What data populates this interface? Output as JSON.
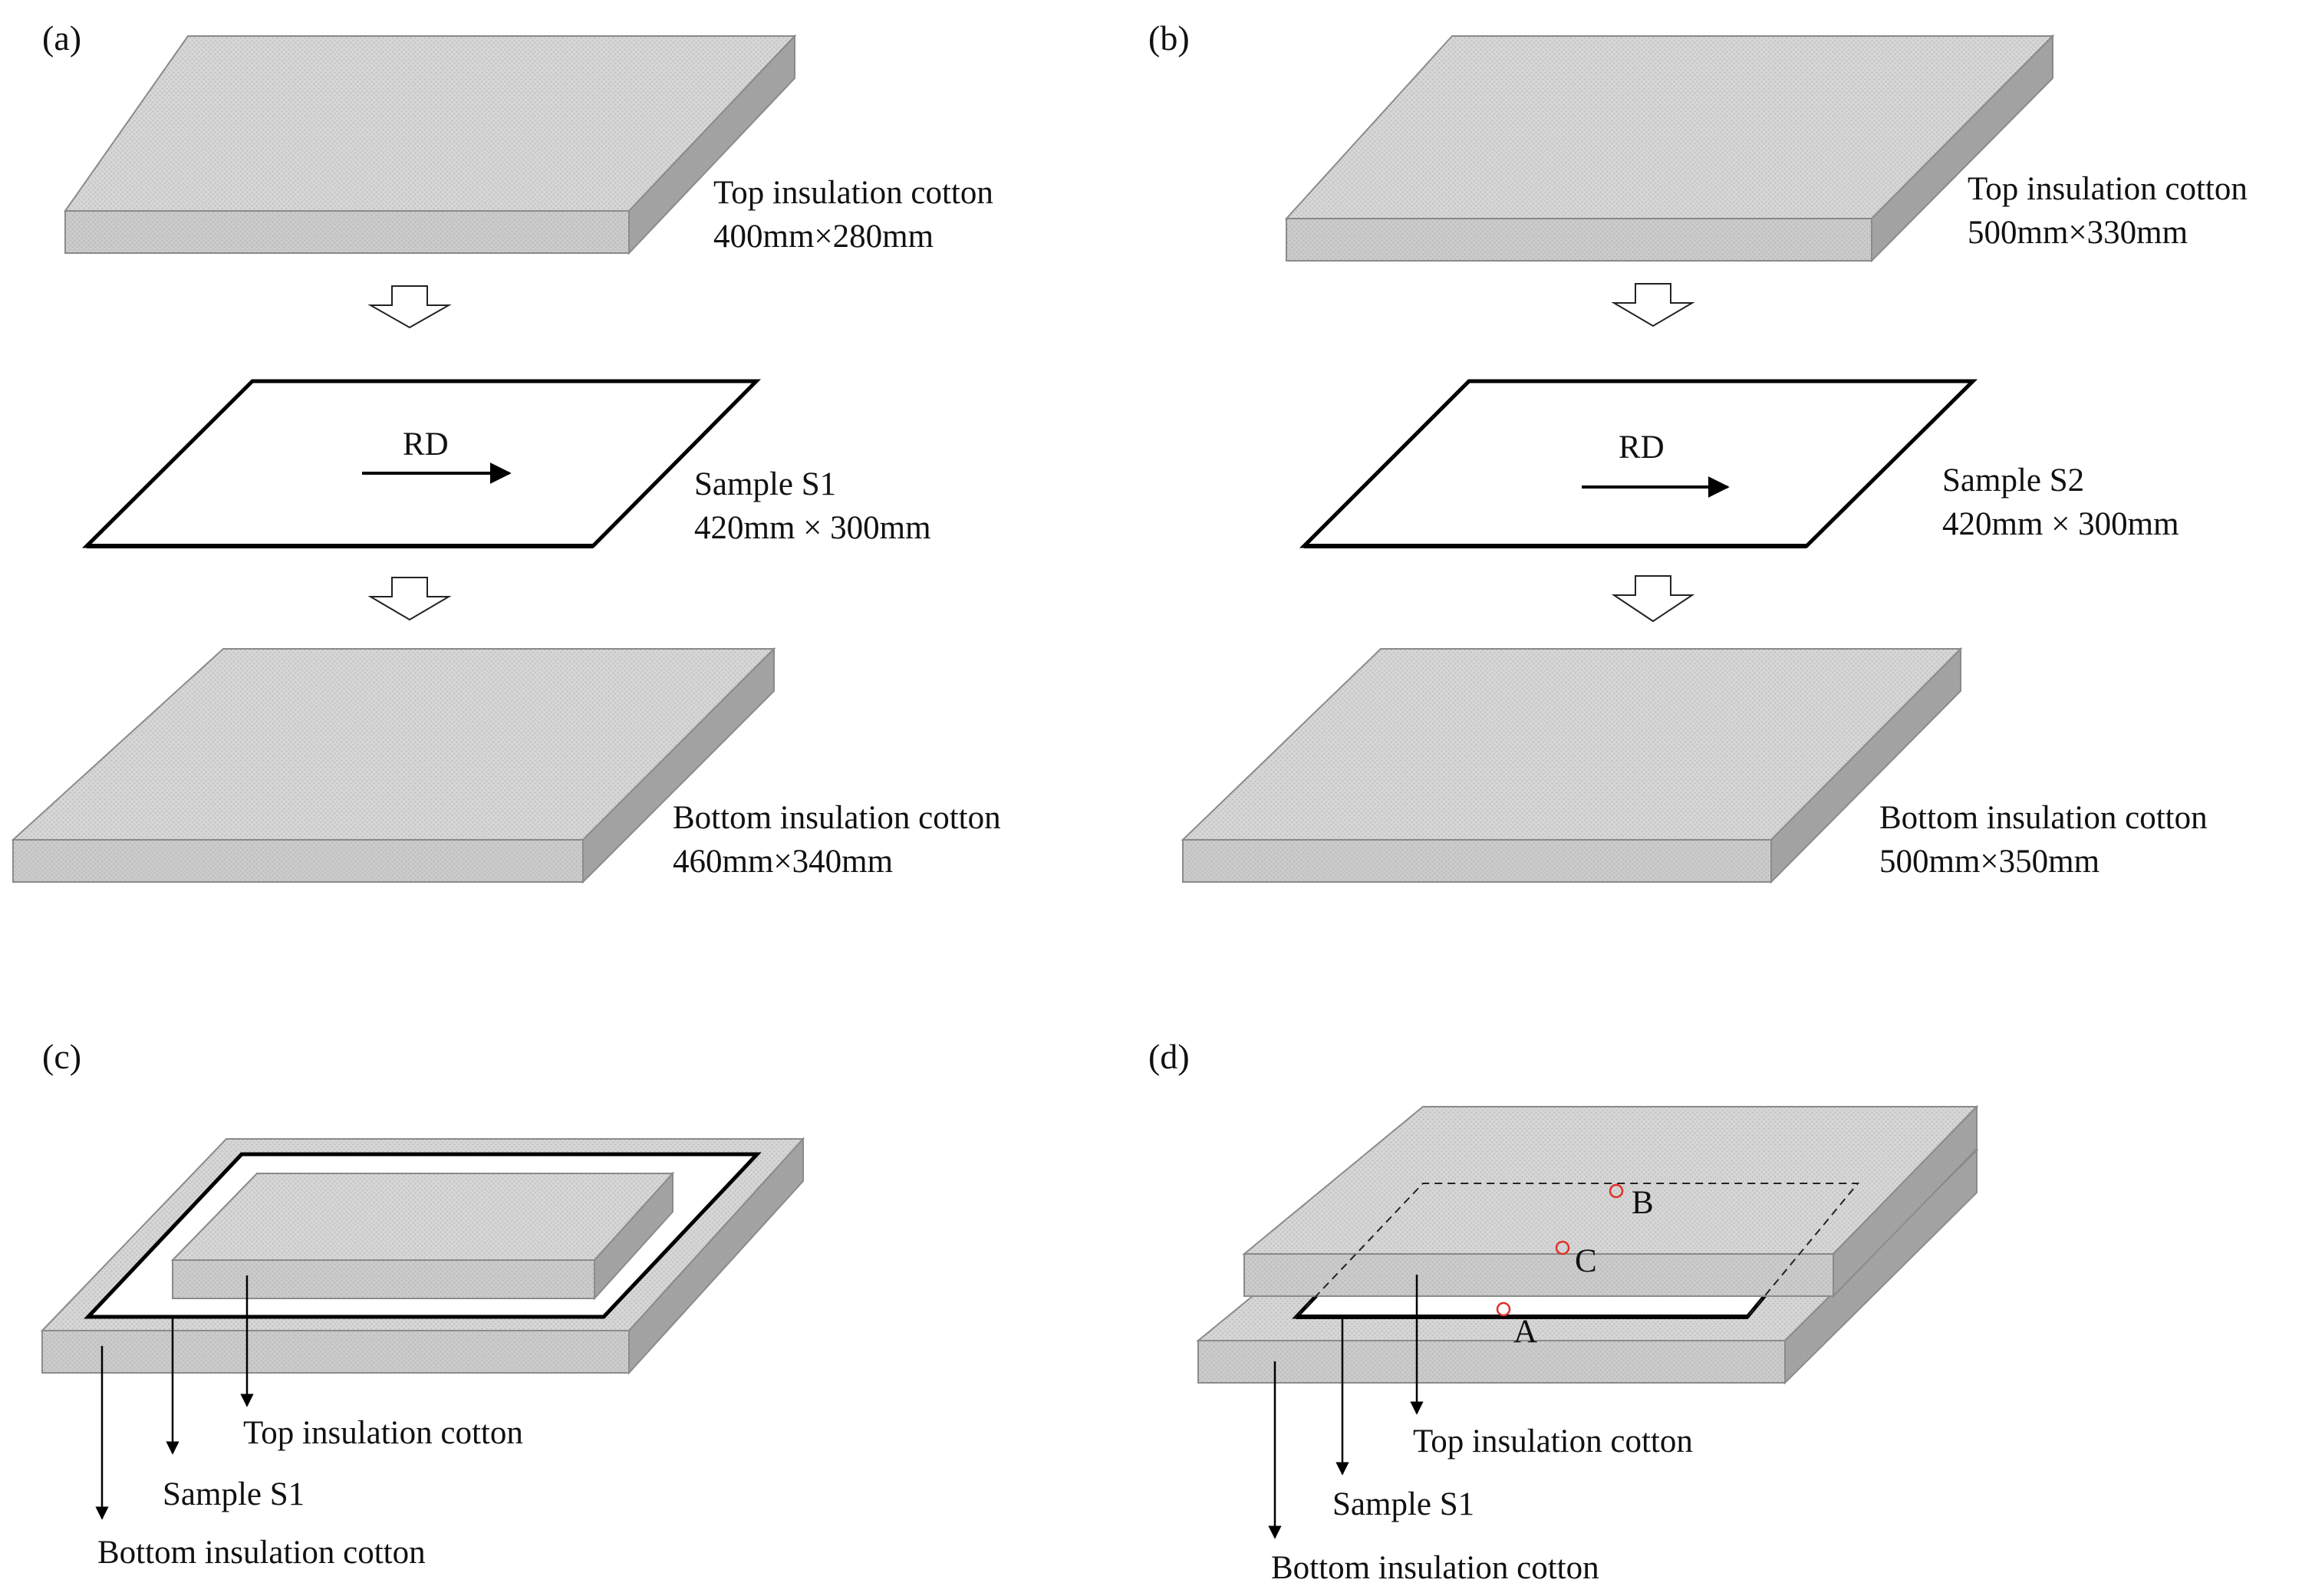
{
  "colors": {
    "slab_top": "#d6d6d6",
    "slab_front": "#cbcbcb",
    "slab_side": "#a3a3a3",
    "slab_edge": "#8a8a8a",
    "sample_fill": "#ffffff",
    "sample_edge": "#000000",
    "marker": "#e0302a"
  },
  "icons": {
    "stack_arrow": "hollow-down-arrow-icon",
    "rolling_direction": "right-arrow-icon",
    "leader": "down-arrow-icon",
    "measuring_point": "red-circle-icon"
  },
  "panel_a": {
    "label": "(a)",
    "top": {
      "name": "Top insulation cotton",
      "size": "400mm×280mm"
    },
    "sample": {
      "name": "Sample S1",
      "size": "420mm × 300mm",
      "direction": "RD"
    },
    "bottom": {
      "name": "Bottom insulation cotton",
      "size": "460mm×340mm"
    }
  },
  "panel_b": {
    "label": "(b)",
    "top": {
      "name": "Top insulation cotton",
      "size": "500mm×330mm"
    },
    "sample": {
      "name": "Sample S2",
      "size": "420mm × 300mm",
      "direction": "RD"
    },
    "bottom": {
      "name": "Bottom insulation cotton",
      "size": "500mm×350mm"
    }
  },
  "panel_c": {
    "label": "(c)",
    "top": "Top insulation cotton",
    "sample": "Sample S1",
    "bottom": "Bottom insulation cotton"
  },
  "panel_d": {
    "label": "(d)",
    "top": "Top insulation cotton",
    "sample": "Sample S1",
    "bottom": "Bottom insulation cotton",
    "points": [
      "B",
      "C",
      "A"
    ]
  }
}
